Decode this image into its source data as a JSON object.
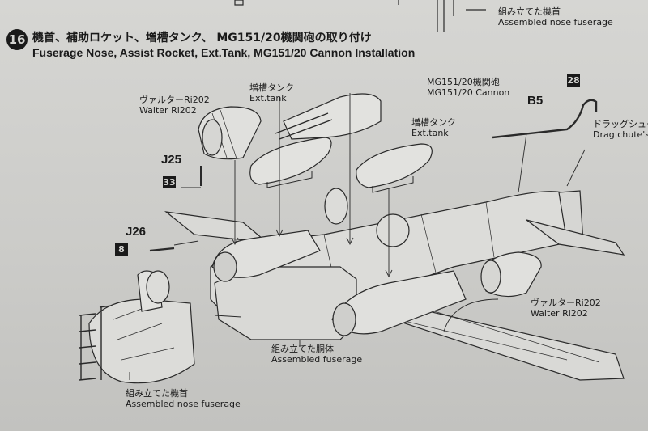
{
  "step": {
    "number": "16",
    "title_jp": "機首、補助ロケット、増槽タンク、 MG151/20機関砲の取り付け",
    "title_en": "Fuserage Nose, Assist Rocket, Ext.Tank, MG151/20 Cannon Installation"
  },
  "top_note": {
    "jp": "組み立てた機首",
    "en": "Assembled nose fuserage"
  },
  "labels": {
    "walter_top_jp": "ヴァルターRi202",
    "walter_top_en": "Walter Ri202",
    "tank_left_jp": "増槽タンク",
    "tank_left_en": "Ext.tank",
    "cannon_jp": "MG151/20機関砲",
    "cannon_en": "MG151/20 Cannon",
    "tank_right_jp": "増槽タンク",
    "tank_right_en": "Ext.tank",
    "drag_jp": "ドラッグシュー",
    "drag_en": "Drag chute's",
    "walter_bottom_jp": "ヴァルターRi202",
    "walter_bottom_en": "Walter Ri202",
    "fuselage_jp": "組み立てた胴体",
    "fuselage_en": "Assembled fuserage",
    "nose_jp": "組み立てた機首",
    "nose_en": "Assembled nose fuserage"
  },
  "parts": {
    "j25": "J25",
    "j26": "J26",
    "b5": "B5",
    "box_33": "33",
    "box_8": "8",
    "box_28": "28"
  }
}
